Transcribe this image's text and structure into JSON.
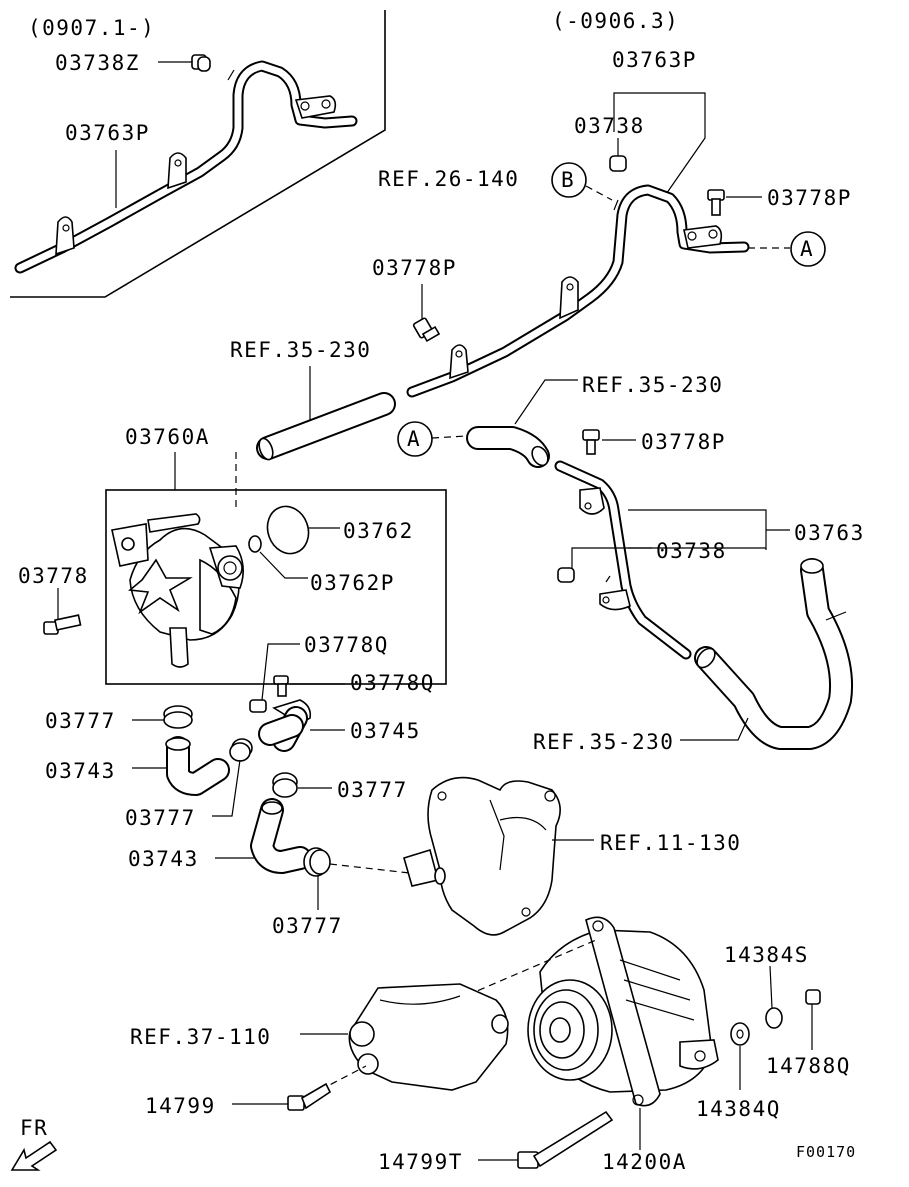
{
  "variant_labels": {
    "new": "(0907.1-)",
    "old": "(-0906.3)"
  },
  "part_labels": {
    "p03738Z": "03738Z",
    "p03763P_top": "03763P",
    "p03763P_right": "03763P",
    "p03738_top": "03738",
    "ref26": "REF.26-140",
    "p03778P_a": "03778P",
    "p03778P_b": "03778P",
    "ref35_a": "REF.35-230",
    "p03760A": "03760A",
    "ref35_b": "REF.35-230",
    "p03778P_c": "03778P",
    "p03762": "03762",
    "p03762P": "03762P",
    "p03763": "03763",
    "p03738_mid": "03738",
    "p03778": "03778",
    "p03778Q_a": "03778Q",
    "p03778Q_b": "03778Q",
    "p03777_a": "03777",
    "p03745": "03745",
    "p03743_a": "03743",
    "p03777_b": "03777",
    "p03777_c": "03777",
    "ref35_c": "REF.35-230",
    "ref11": "REF.11-130",
    "p03743_b": "03743",
    "p03777_d": "03777",
    "p14384S": "14384S",
    "ref37": "REF.37-110",
    "p14788Q": "14788Q",
    "p14799": "14799",
    "p14384Q": "14384Q",
    "p14799T": "14799T",
    "p14200A": "14200A"
  },
  "callouts": {
    "a_right": "A",
    "a_left": "A",
    "b": "B"
  },
  "front_marker": "FR",
  "figure_code": "F00170"
}
